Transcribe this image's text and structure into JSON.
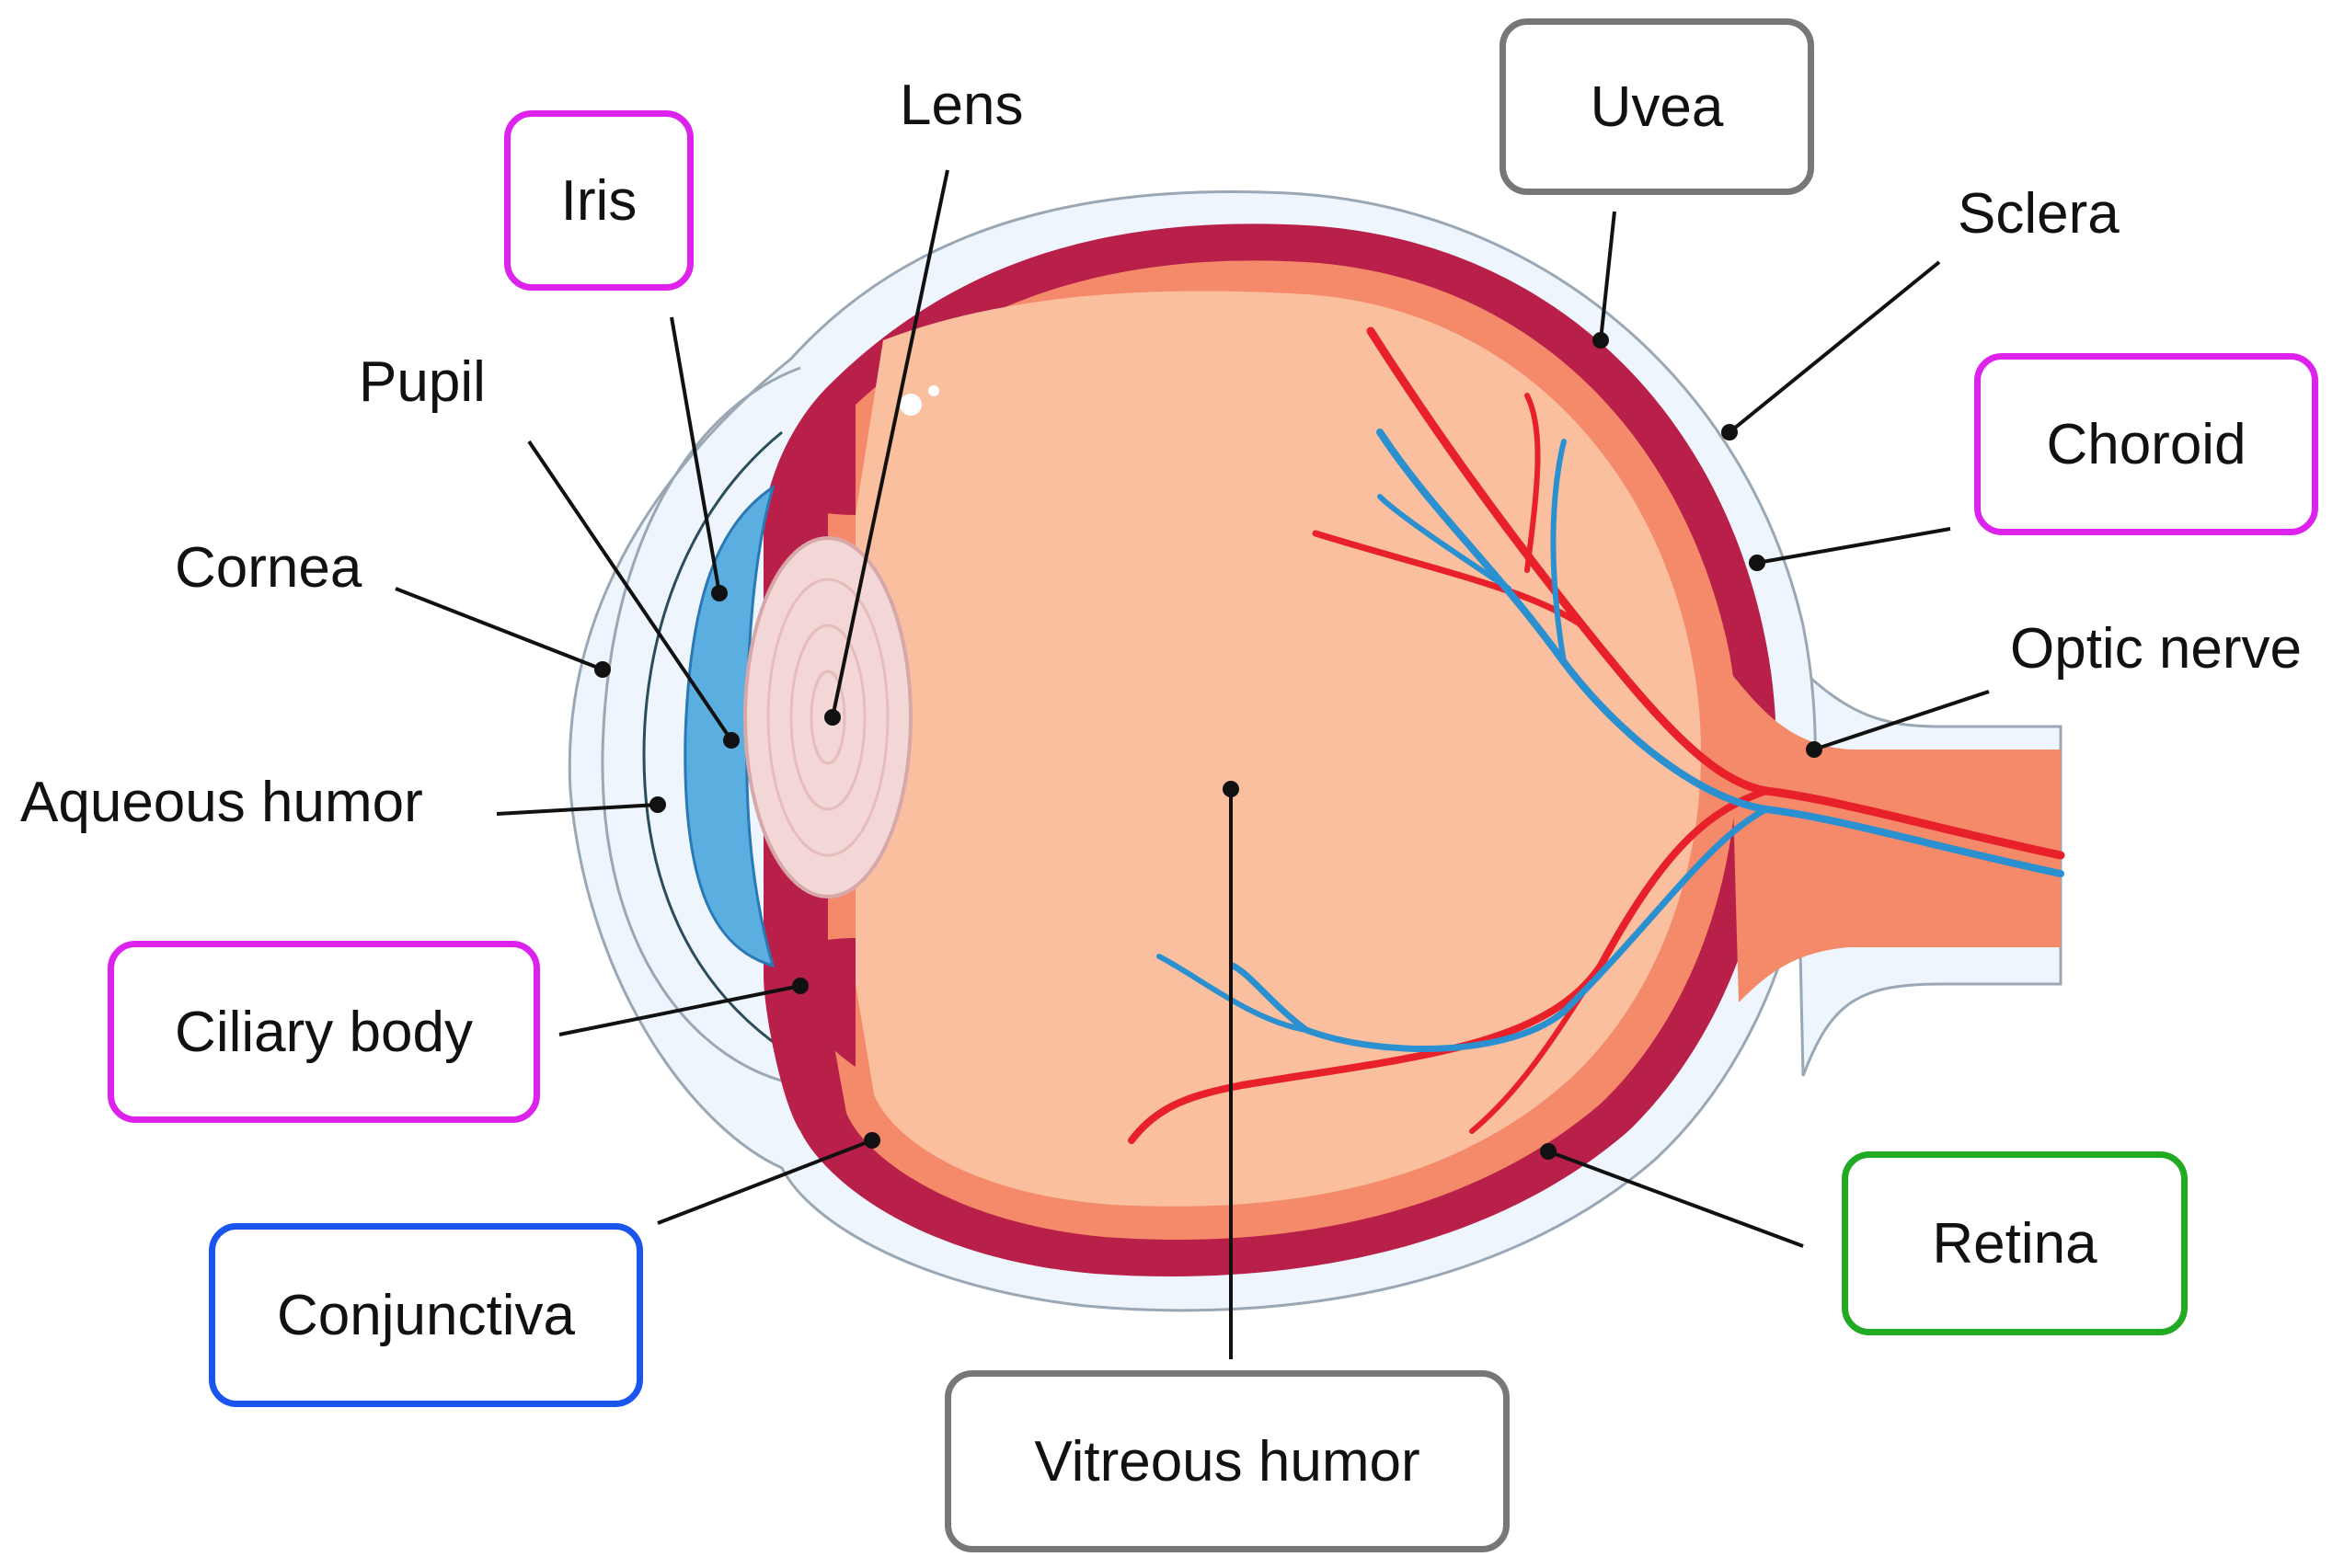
{
  "labels": {
    "lens": "Lens",
    "uvea": "Uvea",
    "iris": "Iris",
    "sclera": "Sclera",
    "pupil": "Pupil",
    "choroid": "Choroid",
    "cornea": "Cornea",
    "optic_nerve": "Optic nerve",
    "aqueous_humor": "Aqueous humor",
    "ciliary_body": "Ciliary body",
    "retina": "Retina",
    "conjunctiva": "Conjunctiva",
    "vitreous_humor": "Vitreous humor"
  },
  "box_colors": {
    "gray": "#777777",
    "magenta": "#dd22ee",
    "blue": "#1a55ee",
    "green": "#22aa22"
  },
  "tissue_colors": {
    "sclera": "#eef5fc",
    "uvea": "#b8204a",
    "retina": "#f58a6a",
    "vitreous": "#f9bf9f",
    "lens": "#f3d6d6",
    "iris": "#5aaee0",
    "artery": "#e8202a",
    "vein": "#2a90d0"
  }
}
